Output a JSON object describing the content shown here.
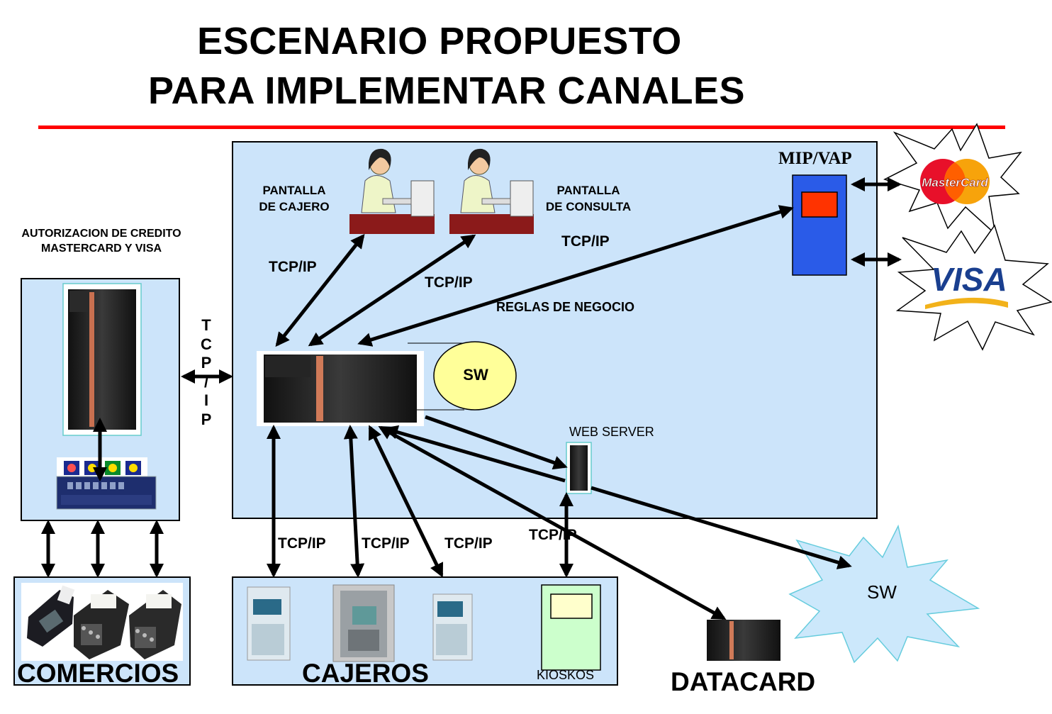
{
  "title": {
    "line1": "ESCENARIO PROPUESTO",
    "line2": "PARA IMPLEMENTAR CANALES"
  },
  "labels": {
    "autorizacion_line1": "AUTORIZACION  DE CREDITO",
    "autorizacion_line2": "MASTERCARD  Y VISA",
    "pantalla_cajero_line1": "PANTALLA",
    "pantalla_cajero_line2": "DE CAJERO",
    "pantalla_consulta_line1": "PANTALLA",
    "pantalla_consulta_line2": "DE CONSULTA",
    "tcpip_left": "TCP/IP",
    "tcpip_mid": "TCP/IP",
    "tcpip_right": "TCP/IP",
    "reglas": "REGLAS DE NEGOCIO",
    "mip_vap": "MIP/VAP",
    "sw_center": "SW",
    "web_server": "WEB SERVER",
    "tcpip_vertical": [
      "T",
      "C",
      "P",
      "/",
      "I",
      "P"
    ],
    "tcpip_bottom_1": "TCP/IP",
    "tcpip_bottom_2": "TCP/IP",
    "tcpip_bottom_3": "TCP/IP",
    "tcpip_bottom_4": "TCP/IP",
    "sw_star": "SW",
    "comercios": "COMERCIOS",
    "cajeros": "CAJEROS",
    "kioskos": "KIOSKOS",
    "datacard": "DATACARD",
    "mastercard_logo": "MasterCard",
    "visa_logo": "VISA"
  },
  "colors": {
    "panel_blue": "#cce4fa",
    "accent_red": "#ff0000",
    "mip_box": "#2a5be8",
    "mip_inner": "#ff3300",
    "sw_ellipse": "#ffff99",
    "kiosk_green": "#ccffcc"
  }
}
